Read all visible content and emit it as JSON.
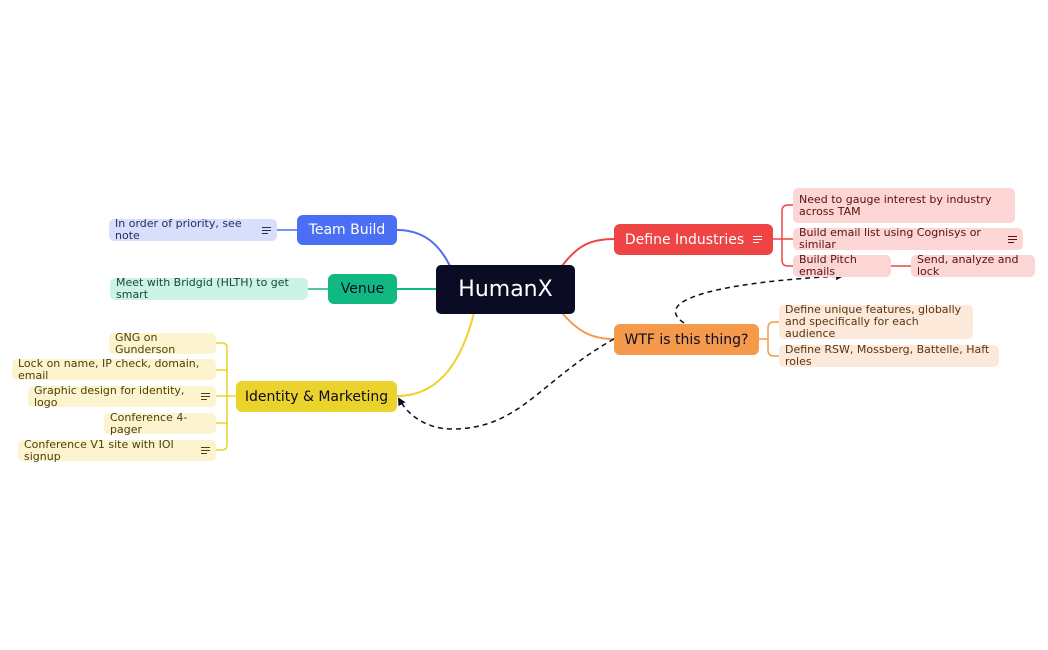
{
  "colors": {
    "central_bg": "#0a0c24",
    "blue": "#4a6ef4",
    "blue_light": "#d9dffb",
    "green": "#10b981",
    "green_light": "#cdf2e6",
    "yellow": "#ecd22c",
    "yellow_light": "#fbf4cf",
    "red": "#ef4444",
    "red_light": "#fcd5d5",
    "orange": "#f59a4a",
    "orange_light": "#fde9d9",
    "relation": "#0a0c24"
  },
  "central": {
    "label": "HumanX"
  },
  "branches": {
    "team_build": {
      "label": "Team Build",
      "children": [
        {
          "label": "In order of priority, see note",
          "icon": "note-icon"
        }
      ]
    },
    "venue": {
      "label": "Venue",
      "children": [
        {
          "label": "Meet with Bridgid (HLTH) to get smart"
        }
      ]
    },
    "identity": {
      "label": "Identity & Marketing",
      "children": [
        {
          "label": "GNG on Gunderson"
        },
        {
          "label": "Lock on name, IP check, domain, email"
        },
        {
          "label": "Graphic design for identity, logo",
          "icon": "note-icon"
        },
        {
          "label": "Conference 4-pager"
        },
        {
          "label": "Conference V1 site with IOI signup",
          "icon": "note-icon"
        }
      ]
    },
    "define_industries": {
      "label": "Define Industries",
      "icon": "note-icon",
      "children": [
        {
          "label": "Need to gauge interest by industry across TAM"
        },
        {
          "label": "Build email list using Cognisys or similar",
          "icon": "note-icon"
        },
        {
          "label": "Build Pitch emails",
          "children": [
            {
              "label": "Send, analyze and lock"
            }
          ]
        }
      ]
    },
    "wtf": {
      "label": "WTF is this thing?",
      "children": [
        {
          "label": "Define unique features, globally and specifically for each audience"
        },
        {
          "label": "Define RSW, Mossberg, Battelle, Haft roles"
        }
      ]
    }
  }
}
